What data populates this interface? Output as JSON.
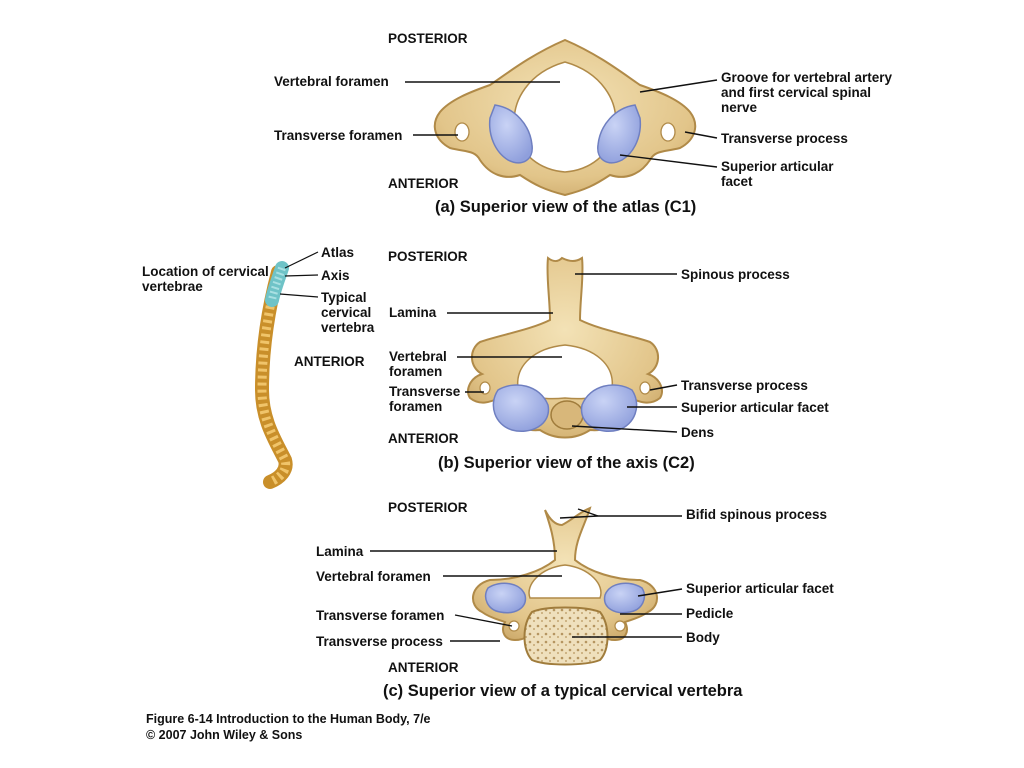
{
  "panel_a": {
    "posterior": "POSTERIOR",
    "anterior": "ANTERIOR",
    "caption": "(a) Superior view of the atlas (C1)",
    "labels": {
      "vertebral_foramen": "Vertebral foramen",
      "transverse_foramen": "Transverse foramen",
      "groove": "Groove for vertebral artery and first cervical spinal nerve",
      "transverse_process": "Transverse process",
      "superior_articular_facet": "Superior articular facet"
    }
  },
  "panel_b": {
    "posterior": "POSTERIOR",
    "anterior": "ANTERIOR",
    "caption": "(b) Superior view of the axis (C2)",
    "labels": {
      "spinous_process": "Spinous process",
      "lamina": "Lamina",
      "vertebral_foramen": "Vertebral foramen",
      "transverse_foramen": "Transverse foramen",
      "transverse_process": "Transverse process",
      "superior_articular_facet": "Superior articular facet",
      "dens": "Dens"
    }
  },
  "location": {
    "title": "Location of cervical vertebrae",
    "atlas": "Atlas",
    "axis": "Axis",
    "typical": "Typical cervical vertebra",
    "anterior": "ANTERIOR"
  },
  "panel_c": {
    "posterior": "POSTERIOR",
    "anterior": "ANTERIOR",
    "caption": "(c) Superior view of a typical cervical vertebra",
    "labels": {
      "bifid_spinous_process": "Bifid spinous process",
      "lamina": "Lamina",
      "vertebral_foramen": "Vertebral foramen",
      "superior_articular_facet": "Superior articular facet",
      "pedicle": "Pedicle",
      "transverse_foramen": "Transverse foramen",
      "transverse_process": "Transverse process",
      "body": "Body"
    }
  },
  "credit": {
    "line1": "Figure 6-14 Introduction to the Human Body, 7/e",
    "line2": "© 2007 John Wiley & Sons"
  },
  "colors": {
    "bone": "#e4c98f",
    "bone_edge": "#b08a48",
    "facet": "#a8b6e6",
    "spine_teal": "#6fc3c7"
  }
}
